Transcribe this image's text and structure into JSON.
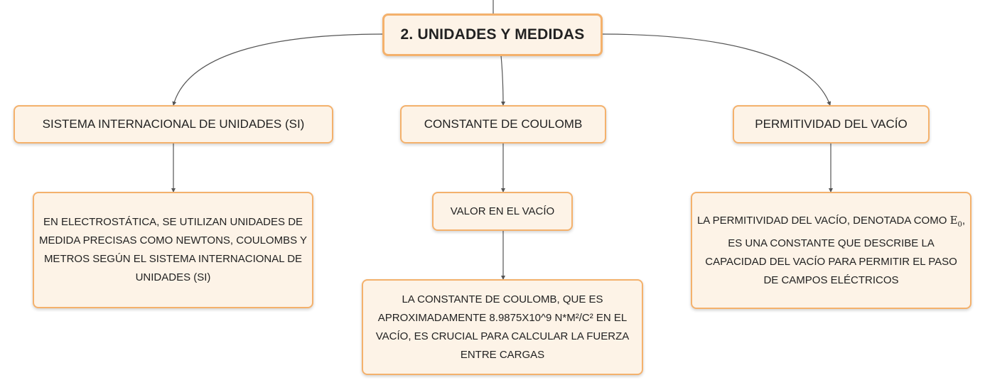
{
  "colors": {
    "node_fill": "#fdf3e7",
    "node_border": "#f4b16c",
    "connector": "#555555",
    "text": "#222222"
  },
  "diagram": {
    "root": {
      "label": "2. UNIDADES Y MEDIDAS"
    },
    "branches": [
      {
        "label": "SISTEMA INTERNACIONAL DE UNIDADES (SI)",
        "detail": "EN ELECTROSTÁTICA, SE UTILIZAN UNIDADES DE MEDIDA PRECISAS COMO NEWTONS, COULOMBS Y METROS SEGÚN EL SISTEMA INTERNACIONAL DE UNIDADES (SI)"
      },
      {
        "label": "CONSTANTE DE COULOMB",
        "sub_label": "VALOR EN EL VACÍO",
        "detail": "LA CONSTANTE DE COULOMB, QUE ES APROXIMADAMENTE 8.9875X10^9 N*M²/C² EN EL VACÍO, ES CRUCIAL PARA CALCULAR LA FUERZA ENTRE CARGAS"
      },
      {
        "label": "PERMITIVIDAD DEL VACÍO",
        "detail_before_symbol": "LA PERMITIVIDAD DEL VACÍO, DENOTADA COMO ",
        "symbol": "E",
        "symbol_subscript": "0",
        "detail_after_symbol": ", ES UNA CONSTANTE QUE DESCRIBE LA CAPACIDAD DEL VACÍO PARA PERMITIR EL PASO DE CAMPOS ELÉCTRICOS"
      }
    ]
  }
}
